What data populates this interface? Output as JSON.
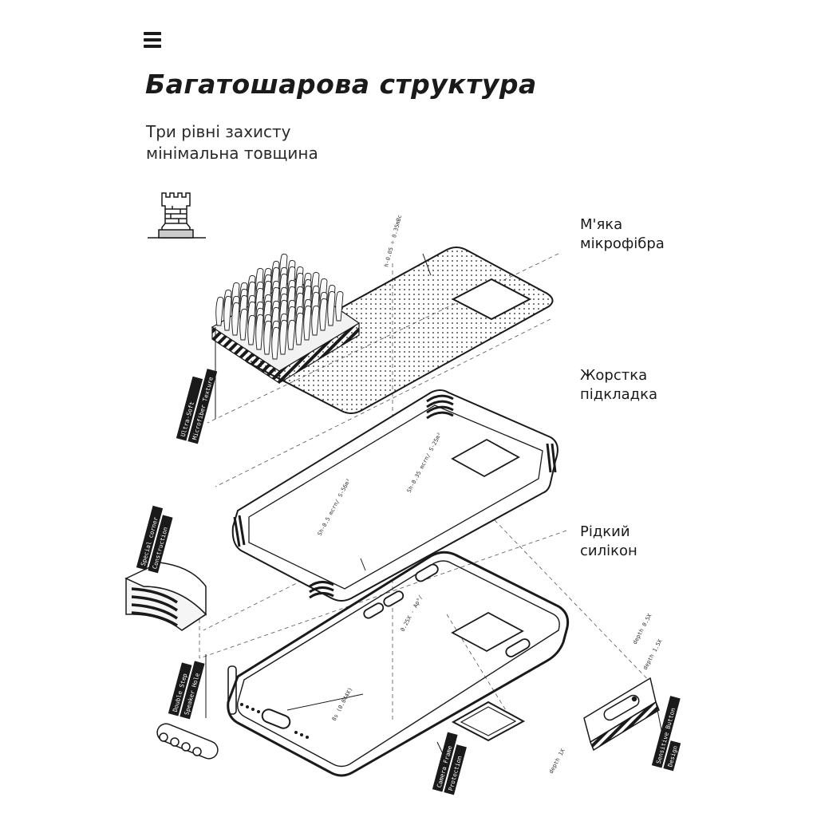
{
  "header": {
    "menu_icon": "hamburger-menu-icon",
    "title": "Багатошарова структура",
    "subtitle_lines": [
      "Три рівні захисту",
      "мінімальна товщина"
    ]
  },
  "badge": {
    "icon": "tower-icon"
  },
  "layers": [
    {
      "line1": "М'яка",
      "line2": "мікрофібра"
    },
    {
      "line1": "Жорстка",
      "line2": "підкладка"
    },
    {
      "line1": "Рідкий",
      "line2": "силікон"
    }
  ],
  "callouts": {
    "microfiber": [
      "Ultra-Soft",
      "Microfiber Texture"
    ],
    "corner": [
      "Special corner",
      "Construction"
    ],
    "speaker": [
      "Double Step",
      "Speaker Hole"
    ],
    "camera": [
      "Camera Frame",
      "Protection"
    ],
    "button": [
      "Sensitive Button",
      "Design"
    ]
  },
  "notes": {
    "microfiber_thickness": "h-0.05 ÷ 0.35mBc",
    "plate_a": "Sh-0.5 mcrn/ S-56m²",
    "plate_b": "Sh-0.35 mcrn/ S-25m²",
    "silicone": "0.25X - Ap⁶/",
    "frame": "8s (0.044X)",
    "depth_05": "depth 0.5X",
    "depth_15": "depth 1.5X",
    "depth_1": "depth 1X"
  },
  "colors": {
    "ink": "#1a1a1a",
    "background": "#ffffff",
    "guide": "#555555"
  }
}
